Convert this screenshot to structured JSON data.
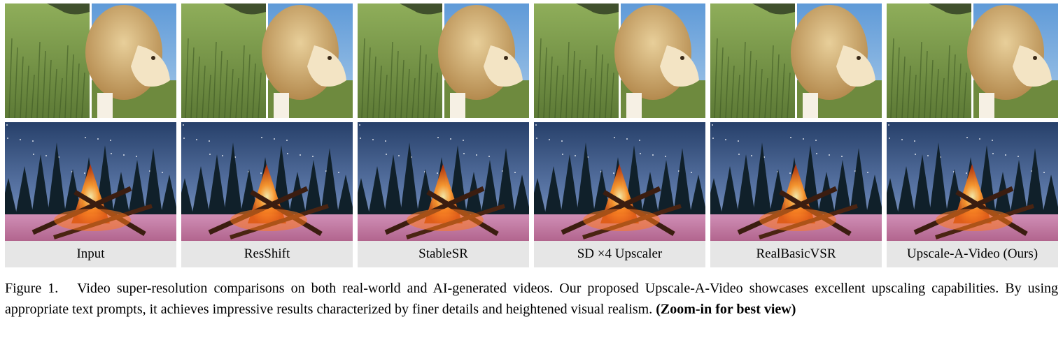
{
  "columns": [
    {
      "label": "Input"
    },
    {
      "label": "ResShift"
    },
    {
      "label": "StableSR"
    },
    {
      "label": "SD ×4 Upscaler"
    },
    {
      "label": "RealBasicVSR"
    },
    {
      "label": "Upscale-A-Video (Ours)"
    }
  ],
  "caption": {
    "figure": "Figure 1.",
    "text": "Video super-resolution comparisons on both real-world and AI-generated videos. Our proposed Upscale-A-Video showcases excellent upscaling capabilities. By using appropriate text prompts, it achieves impressive results characterized by finer details and heightened visual realism.",
    "emphasis": "(Zoom-in for best view)"
  }
}
